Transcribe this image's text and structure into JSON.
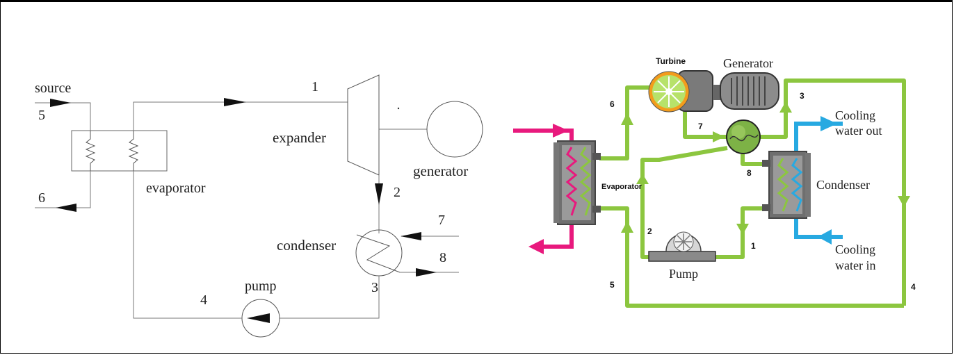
{
  "left_diagram": {
    "labels": {
      "source": "source",
      "evaporator": "evaporator",
      "expander": "expander",
      "generator": "generator",
      "condenser": "condenser",
      "pump": "pump"
    },
    "state_numbers": {
      "s1": "1",
      "s2": "2",
      "s3": "3",
      "s4": "4",
      "s5": "5",
      "s6": "6",
      "s7": "7",
      "s8": "8"
    }
  },
  "right_diagram": {
    "labels": {
      "turbine": "Turbine",
      "generator": "Generator",
      "evaporator": "Evaporator",
      "condenser": "Condenser",
      "pump": "Pump",
      "cooling_out_line1": "Cooling",
      "cooling_out_line2": "water out",
      "cooling_in_line1": "Cooling",
      "cooling_in_line2": "water in"
    },
    "state_numbers": {
      "s1": "1",
      "s2": "2",
      "s3": "3",
      "s4": "4",
      "s5": "5",
      "s6": "6",
      "s7": "7",
      "s8": "8"
    },
    "colors": {
      "working_fluid": "#8cc63f",
      "heat_source": "#e8197d",
      "cooling_water": "#27a9e1",
      "equipment_gray": "#7a7a7a"
    }
  }
}
